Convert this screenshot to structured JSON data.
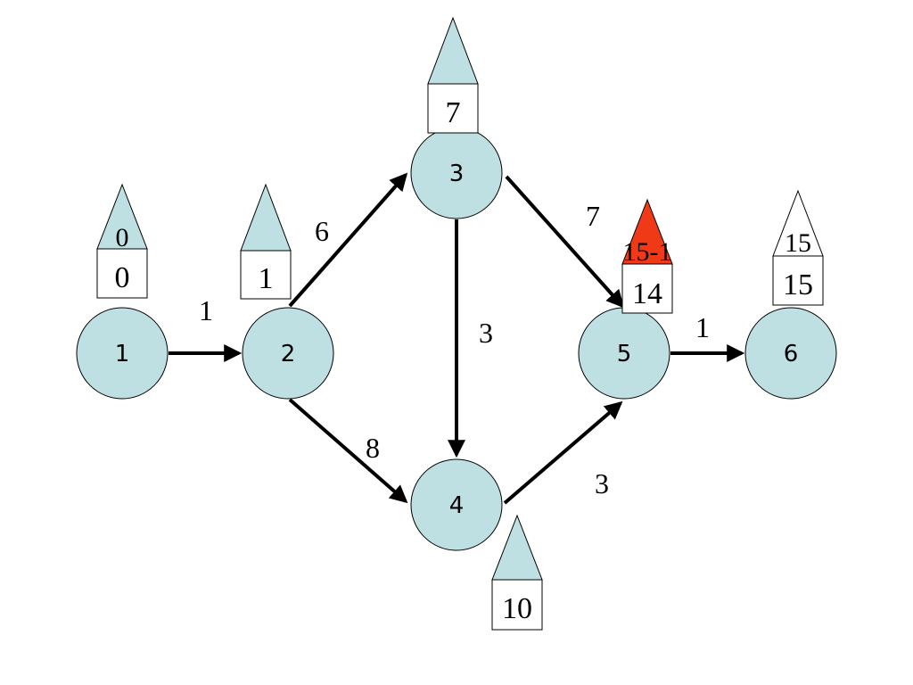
{
  "colors": {
    "node_fill": "#bfe0e2",
    "triangle_fill": "#bfe0e2",
    "critical_triangle_fill": "#f03a17",
    "edge_stroke": "#000000"
  },
  "nodes": [
    {
      "id": "1",
      "label": "1",
      "box": "0",
      "triangle": "0",
      "triangle_style": "filled"
    },
    {
      "id": "2",
      "label": "2",
      "box": "1",
      "triangle": "",
      "triangle_style": "filled"
    },
    {
      "id": "3",
      "label": "3",
      "box": "7",
      "triangle": "",
      "triangle_style": "filled"
    },
    {
      "id": "4",
      "label": "4",
      "box": "10",
      "triangle": "",
      "triangle_style": "filled"
    },
    {
      "id": "5",
      "label": "5",
      "box": "14",
      "triangle": "15-1",
      "triangle_style": "critical"
    },
    {
      "id": "6",
      "label": "6",
      "box": "15",
      "triangle": "15",
      "triangle_style": "outline"
    }
  ],
  "edges": [
    {
      "from": "1",
      "to": "2",
      "weight": "1"
    },
    {
      "from": "2",
      "to": "3",
      "weight": "6"
    },
    {
      "from": "2",
      "to": "4",
      "weight": "8"
    },
    {
      "from": "3",
      "to": "4",
      "weight": "3"
    },
    {
      "from": "3",
      "to": "5",
      "weight": "7"
    },
    {
      "from": "4",
      "to": "5",
      "weight": "3"
    },
    {
      "from": "5",
      "to": "6",
      "weight": "1"
    }
  ]
}
